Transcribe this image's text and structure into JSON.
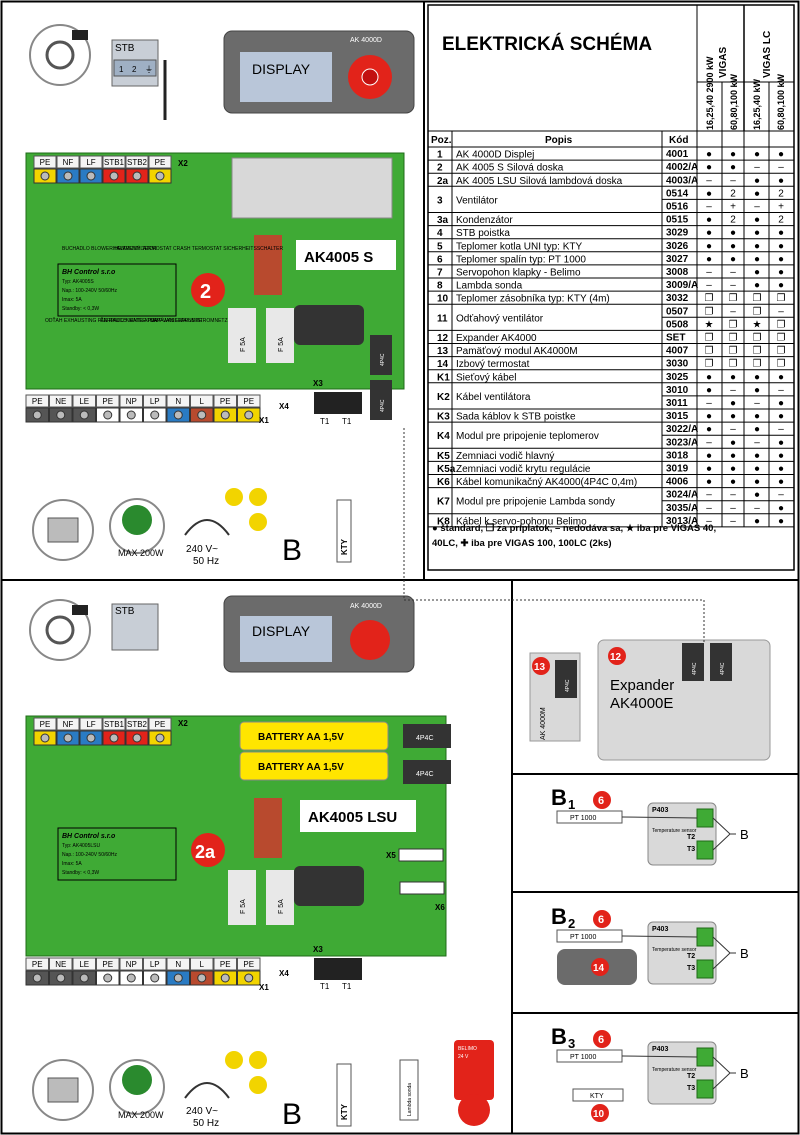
{
  "title": "ELEKTRICKÁ SCHÉMA",
  "columns": {
    "pos": "Poz.",
    "desc": "Popis",
    "code": "Kód",
    "groups": [
      "VIGAS",
      "VIGAS LC"
    ],
    "powers": [
      "16,25,40 2900 kW",
      "60,80,100 kW",
      "16,25,40 kW",
      "60,80,100 kW"
    ]
  },
  "rows": [
    {
      "pos": "1",
      "desc": "AK 4000D Displej",
      "codes": [
        "4001"
      ],
      "marks": [
        [
          "●",
          "●",
          "●",
          "●"
        ]
      ]
    },
    {
      "pos": "2",
      "desc": "AK 4005 S Silová doska",
      "codes": [
        "4002/A"
      ],
      "marks": [
        [
          "●",
          "●",
          "–",
          "–"
        ]
      ]
    },
    {
      "pos": "2a",
      "desc": "AK 4005 LSU Silová lambdová doska",
      "codes": [
        "4003/A"
      ],
      "marks": [
        [
          "–",
          "–",
          "●",
          "●"
        ]
      ]
    },
    {
      "pos": "3",
      "desc": "Ventilátor",
      "codes": [
        "0514",
        "0516"
      ],
      "marks": [
        [
          "●",
          "2",
          "●",
          "2"
        ],
        [
          "–",
          "+",
          "–",
          "+"
        ]
      ]
    },
    {
      "pos": "3a",
      "desc": "Kondenzátor",
      "codes": [
        "0515"
      ],
      "marks": [
        [
          "●",
          "2",
          "●",
          "2"
        ]
      ]
    },
    {
      "pos": "4",
      "desc": "STB poistka",
      "codes": [
        "3029"
      ],
      "marks": [
        [
          "●",
          "●",
          "●",
          "●"
        ]
      ]
    },
    {
      "pos": "5",
      "desc": "Teplomer kotla UNI typ: KTY",
      "codes": [
        "3026"
      ],
      "marks": [
        [
          "●",
          "●",
          "●",
          "●"
        ]
      ]
    },
    {
      "pos": "6",
      "desc": "Teplomer spalín typ: PT 1000",
      "codes": [
        "3027"
      ],
      "marks": [
        [
          "●",
          "●",
          "●",
          "●"
        ]
      ]
    },
    {
      "pos": "7",
      "desc": "Servopohon klapky - Belimo",
      "codes": [
        "3008"
      ],
      "marks": [
        [
          "–",
          "–",
          "●",
          "●"
        ]
      ]
    },
    {
      "pos": "8",
      "desc": "Lambda sonda",
      "codes": [
        "3009/A"
      ],
      "marks": [
        [
          "–",
          "–",
          "●",
          "●"
        ]
      ]
    },
    {
      "pos": "10",
      "desc": "Teplomer zásobníka typ: KTY (4m)",
      "codes": [
        "3032"
      ],
      "marks": [
        [
          "❐",
          "❐",
          "❐",
          "❐"
        ]
      ]
    },
    {
      "pos": "11",
      "desc": "Odťahový ventilátor",
      "codes": [
        "0507",
        "0508"
      ],
      "marks": [
        [
          "❐",
          "–",
          "❐",
          "–"
        ],
        [
          "★",
          "❐",
          "★",
          "❐"
        ]
      ]
    },
    {
      "pos": "12",
      "desc": "Expander AK4000",
      "codes": [
        "SET"
      ],
      "marks": [
        [
          "❐",
          "❐",
          "❐",
          "❐"
        ]
      ]
    },
    {
      "pos": "13",
      "desc": "Pamäťový modul AK4000M",
      "codes": [
        "4007"
      ],
      "marks": [
        [
          "❐",
          "❐",
          "❐",
          "❐"
        ]
      ]
    },
    {
      "pos": "14",
      "desc": "Izbový termostat",
      "codes": [
        "3030"
      ],
      "marks": [
        [
          "❐",
          "❐",
          "❐",
          "❐"
        ]
      ]
    },
    {
      "pos": "K1",
      "desc": "Sieťový kábel",
      "codes": [
        "3025"
      ],
      "marks": [
        [
          "●",
          "●",
          "●",
          "●"
        ]
      ]
    },
    {
      "pos": "K2",
      "desc": "Kábel ventilátora",
      "codes": [
        "3010",
        "3011"
      ],
      "marks": [
        [
          "●",
          "–",
          "●",
          "–"
        ],
        [
          "–",
          "●",
          "–",
          "●"
        ]
      ]
    },
    {
      "pos": "K3",
      "desc": "Sada káblov k STB poistke",
      "codes": [
        "3015"
      ],
      "marks": [
        [
          "●",
          "●",
          "●",
          "●"
        ]
      ]
    },
    {
      "pos": "K4",
      "desc": "Modul pre pripojenie teplomerov",
      "codes": [
        "3022/A",
        "3023/A"
      ],
      "marks": [
        [
          "●",
          "–",
          "●",
          "–"
        ],
        [
          "–",
          "●",
          "–",
          "●"
        ]
      ]
    },
    {
      "pos": "K5",
      "desc": "Zemniaci vodič hlavný",
      "codes": [
        "3018"
      ],
      "marks": [
        [
          "●",
          "●",
          "●",
          "●"
        ]
      ]
    },
    {
      "pos": "K5a",
      "desc": "Zemniaci vodič krytu regulácie",
      "codes": [
        "3019"
      ],
      "marks": [
        [
          "●",
          "●",
          "●",
          "●"
        ]
      ]
    },
    {
      "pos": "K6",
      "desc": "Kábel komunikačný AK4000(4P4C 0,4m)",
      "codes": [
        "4006"
      ],
      "marks": [
        [
          "●",
          "●",
          "●",
          "●"
        ]
      ]
    },
    {
      "pos": "K7",
      "desc": "Modul pre pripojenie Lambda sondy",
      "codes": [
        "3024/A",
        "3035/A"
      ],
      "marks": [
        [
          "–",
          "–",
          "●",
          "–"
        ],
        [
          "–",
          "–",
          "–",
          "●"
        ]
      ]
    },
    {
      "pos": "K8",
      "desc": "Kábel k servo-pohonu Belimo",
      "codes": [
        "3013/A"
      ],
      "marks": [
        [
          "–",
          "–",
          "●",
          "●"
        ]
      ]
    }
  ],
  "legend": [
    "● štandard, ❐ za príplatok, – nedodáva sa, ★ iba pre VIGAS 40,",
    "40LC, ✚ iba pre VIGAS 100, 100LC (2ks)"
  ],
  "board_top": {
    "name": "AK4005 S",
    "number": "2",
    "display_header": "AK 4000D",
    "display_text": "DISPLAY",
    "stb": "STB",
    "stb_pins": [
      "1",
      "2",
      "⏚"
    ],
    "terminals_top": [
      "PE",
      "NF",
      "LF",
      "STB1",
      "STB2",
      "PE"
    ],
    "terminals_bottom": [
      "PE",
      "NE",
      "LE",
      "PE",
      "NP",
      "LP",
      "N",
      "L",
      "PE",
      "PE"
    ],
    "x_labels": [
      "X2",
      "X1",
      "X3",
      "X4"
    ],
    "t_labels": [
      "T1",
      "T1"
    ],
    "connectors": [
      "4P4C",
      "4P4C"
    ],
    "fuses": [
      "F 5A",
      "F 5A"
    ],
    "motor_labels": [
      "MAX 200W"
    ],
    "mains": [
      "240 V~",
      "50 Hz"
    ],
    "sensor_kty": "KTY",
    "b_label": "B",
    "company_lines": [
      "BH Control s.r.o",
      "Typ: AK4005S",
      "Nap.: 100-240V 50/60Hz",
      "Imax: 5A",
      "Standby: < 0,3W"
    ],
    "group_labels": [
      "BUCHADLO BLOWER HEIZVENTILATOR",
      "HAVARIJNÝ TERMOSTAT CRASH TERMOSTAT SICHERHEITSSCHALTER",
      "ODŤAH EXHAUSTING FAN RAUCHVENTILATOR",
      "ČERPADLO WATER PUMP WASSERPUMPE",
      "NAPÁJANIE MAINS STROMNETZ"
    ]
  },
  "board_bottom": {
    "name": "AK4005 LSU",
    "number": "2a",
    "display_header": "AK 4000D",
    "display_text": "DISPLAY",
    "battery": "BATTERY AA 1,5V",
    "stb": "STB",
    "terminals_top": [
      "PE",
      "NF",
      "LF",
      "STB1",
      "STB2",
      "PE"
    ],
    "terminals_bottom": [
      "PE",
      "NE",
      "LE",
      "PE",
      "NP",
      "LP",
      "N",
      "L",
      "PE",
      "PE"
    ],
    "x_labels": [
      "X2",
      "X1",
      "X3",
      "X4",
      "X5",
      "X6"
    ],
    "t_labels": [
      "T1",
      "T1"
    ],
    "connectors": [
      "4P4C",
      "4P4C"
    ],
    "fuses": [
      "F 5A",
      "F 5A"
    ],
    "motor_labels": [
      "MAX 200W"
    ],
    "mains": [
      "240 V~",
      "50 Hz"
    ],
    "sensor_kty": "KTY",
    "b_label": "B",
    "lambda": "Lambda sonda",
    "servo": [
      "BELIMO",
      "24 V"
    ],
    "company_lines": [
      "BH Control s.r.o",
      "Typ: AK4005LSU",
      "Nap.: 100-240V 50/60Hz",
      "Imax: 5A",
      "Standby: < 0,3W"
    ]
  },
  "expander": {
    "module_label": "AK 4000M",
    "num13": "13",
    "num12": "12",
    "name": "Expander",
    "name2": "AK4000E",
    "connectors": [
      "4P4C",
      "4P4C",
      "4P4C"
    ]
  },
  "b_panels": [
    {
      "label": "B",
      "sub": "1",
      "sensor1": "PT 1000",
      "module": "P403",
      "module_text": "Temperature sensor",
      "t": [
        "T2",
        "T3"
      ],
      "out": "B",
      "num": "6"
    },
    {
      "label": "B",
      "sub": "2",
      "sensor1": "PT 1000",
      "module": "P403",
      "module_text": "Temperature sensor",
      "t": [
        "T2",
        "T3"
      ],
      "out": "B",
      "num": "6",
      "num2": "14"
    },
    {
      "label": "B",
      "sub": "3",
      "sensor1": "PT 1000",
      "sensor2": "KTY",
      "module": "P403",
      "module_text": "Temperature sensor",
      "t": [
        "T2",
        "T3"
      ],
      "out": "B",
      "num": "6",
      "num2": "10"
    }
  ],
  "colors": {
    "board": "#3faa35",
    "display": "#6b6b6b",
    "screen": "#b9c6d9",
    "red": "#e2231a",
    "blue": "#2a7bc3",
    "cable": "#2d9bd6",
    "battery": "#ffe500",
    "terminal_yellow": "#f2d400"
  }
}
